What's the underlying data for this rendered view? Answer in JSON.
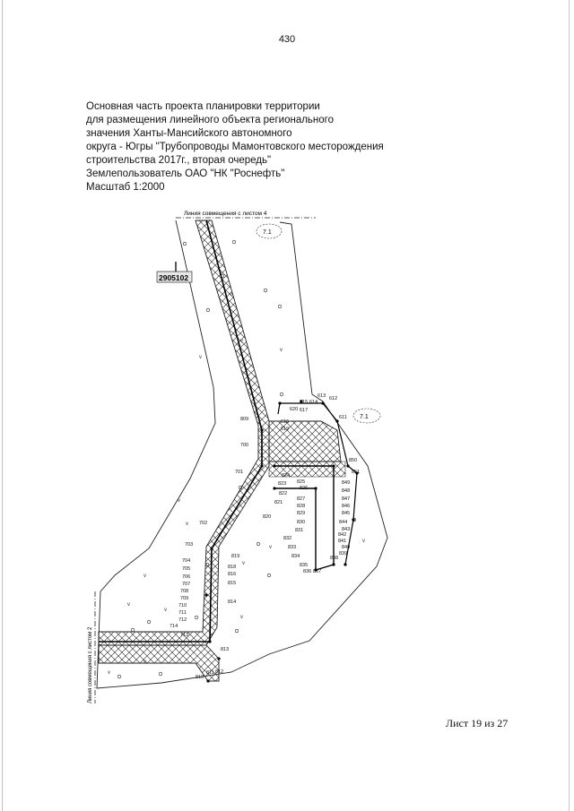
{
  "page_number": "430",
  "header": {
    "lines": [
      "Основная часть проекта планировки территории",
      "для размещения линейного объекта регионального",
      "значения Ханты-Мансийского автономного",
      "округа - Югры \"Трубопроводы Мамонтовского месторождения",
      "строительства 2017г., вторая очередь\"",
      "Землепользователь ОАО \"НК \"Роснефть\"",
      "Масштаб 1:2000"
    ]
  },
  "map": {
    "match_line_top": "Линия совмещения с листом 4",
    "match_line_left": "Линия совмещения с листом 2",
    "zone_labels": [
      "7.1",
      "7.1"
    ],
    "parcel_code": "2905102",
    "point_labels": {
      "p613": "613",
      "p612": "612",
      "p615": "615",
      "p614": "614",
      "p620": "620",
      "p617": "617",
      "p616": "616",
      "p619": "619",
      "p611": "611",
      "p809": "809",
      "p700": "700",
      "p850": "850",
      "p701": "701",
      "p851": "851",
      "p824": "824",
      "p825": "825",
      "p826": "826",
      "p823": "823",
      "p822": "822",
      "p821": "821",
      "p827": "827",
      "p828": "828",
      "p829": "829",
      "p830": "830",
      "p831": "831",
      "p832": "832",
      "p833": "833",
      "p834": "834",
      "p835": "835",
      "p836": "836",
      "p837": "837",
      "p838": "838",
      "p839": "839",
      "p840": "840",
      "p841": "841",
      "p842": "842",
      "p843": "843",
      "p844": "844",
      "p845": "845",
      "p846": "846",
      "p847": "847",
      "p848": "848",
      "p849": "849",
      "p702": "702",
      "p703": "703",
      "p704": "704",
      "p705": "705",
      "p706": "706",
      "p707": "707",
      "p708": "708",
      "p709": "709",
      "p710": "710",
      "p711": "711",
      "p712": "712",
      "p713": "713",
      "p714": "714",
      "p818": "818",
      "p819": "819",
      "p820": "820",
      "p816": "816",
      "p815": "815",
      "p814": "814",
      "p813": "813",
      "p812": "812",
      "p811": "811",
      "p810": "810"
    }
  },
  "footer": {
    "sheet": "Лист 19 из 27"
  }
}
